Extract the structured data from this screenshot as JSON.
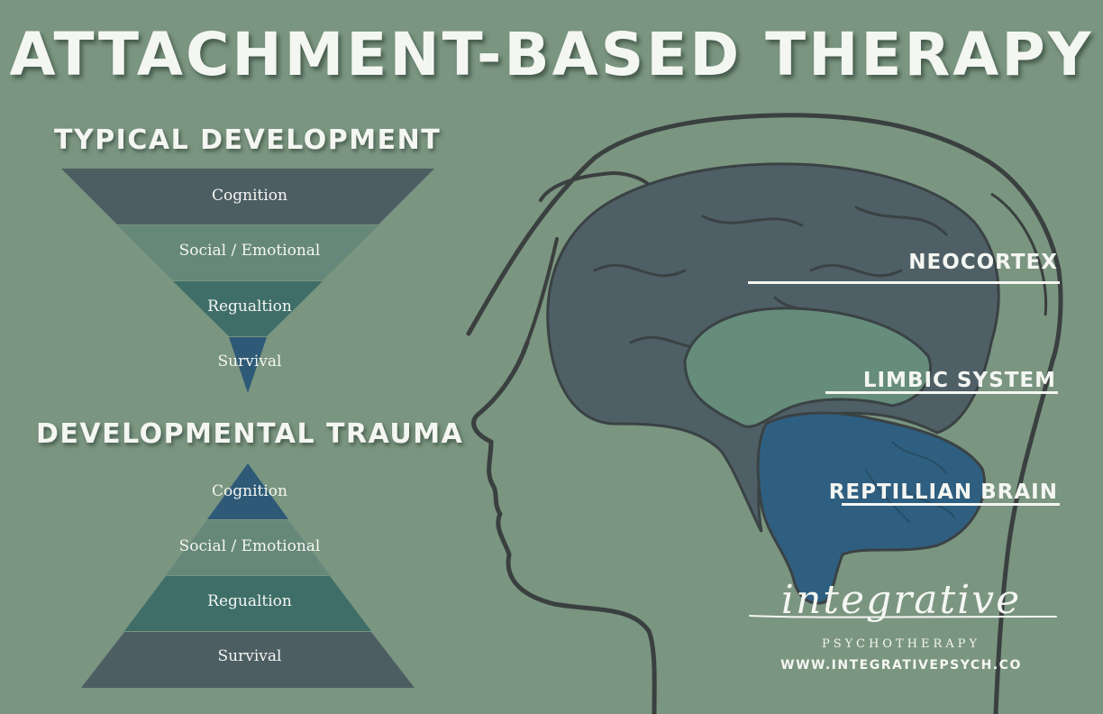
{
  "title": "ATTACHMENT-BASED THERAPY",
  "typical_development": {
    "heading": "TYPICAL DEVELOPMENT",
    "layers": [
      "Cognition",
      "Social / Emotional",
      "Regualtion",
      "Survival"
    ]
  },
  "developmental_trauma": {
    "heading": "DEVELOPMENTAL TRAUMA",
    "layers": [
      "Cognition",
      "Social / Emotional",
      "Regualtion",
      "Survival"
    ]
  },
  "brain_labels": {
    "neocortex": "NEOCORTEX",
    "limbic": "LIMBIC SYSTEM",
    "reptilian": "REPTILLIAN BRAIN"
  },
  "logo": {
    "script": "integrative",
    "subtitle": "PSYCHOTHERAPY",
    "url": "WWW.INTEGRATIVEPSYCH.CO"
  },
  "colors": {
    "background": "#7a9580",
    "cognition": "#4d5e63",
    "social": "#66887a",
    "regulation": "#3f6e68",
    "survival": "#2e5a78",
    "neocortex": "#4f5f66",
    "limbic": "#668c7c",
    "reptilian": "#2f5f80",
    "text": "#f4f6f2"
  }
}
